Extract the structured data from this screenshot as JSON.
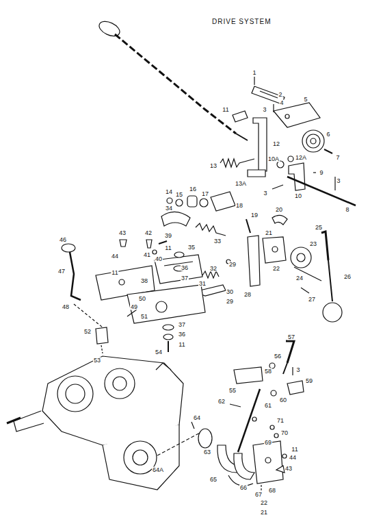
{
  "diagram": {
    "title": "DRIVE SYSTEM",
    "labels": [
      "1",
      "2",
      "11",
      "3",
      "4",
      "5",
      "6",
      "7",
      "12",
      "12A",
      "13",
      "13A",
      "10A",
      "9",
      "3",
      "10",
      "3",
      "8",
      "14",
      "15",
      "16",
      "17",
      "18",
      "34",
      "33",
      "19",
      "20",
      "25",
      "21",
      "22",
      "43",
      "42",
      "39",
      "41",
      "40",
      "11",
      "35",
      "46",
      "44",
      "11",
      "36",
      "37",
      "29",
      "32",
      "31",
      "23",
      "24",
      "26",
      "28",
      "27",
      "47",
      "38",
      "30",
      "29",
      "48",
      "50",
      "49",
      "51",
      "37",
      "36",
      "11",
      "54",
      "52",
      "53",
      "57",
      "56",
      "58",
      "55",
      "3",
      "60",
      "59",
      "62",
      "61",
      "71",
      "70",
      "69",
      "64",
      "63",
      "11",
      "44",
      "43",
      "64A",
      "65",
      "66",
      "67",
      "68",
      "22",
      "21"
    ]
  }
}
